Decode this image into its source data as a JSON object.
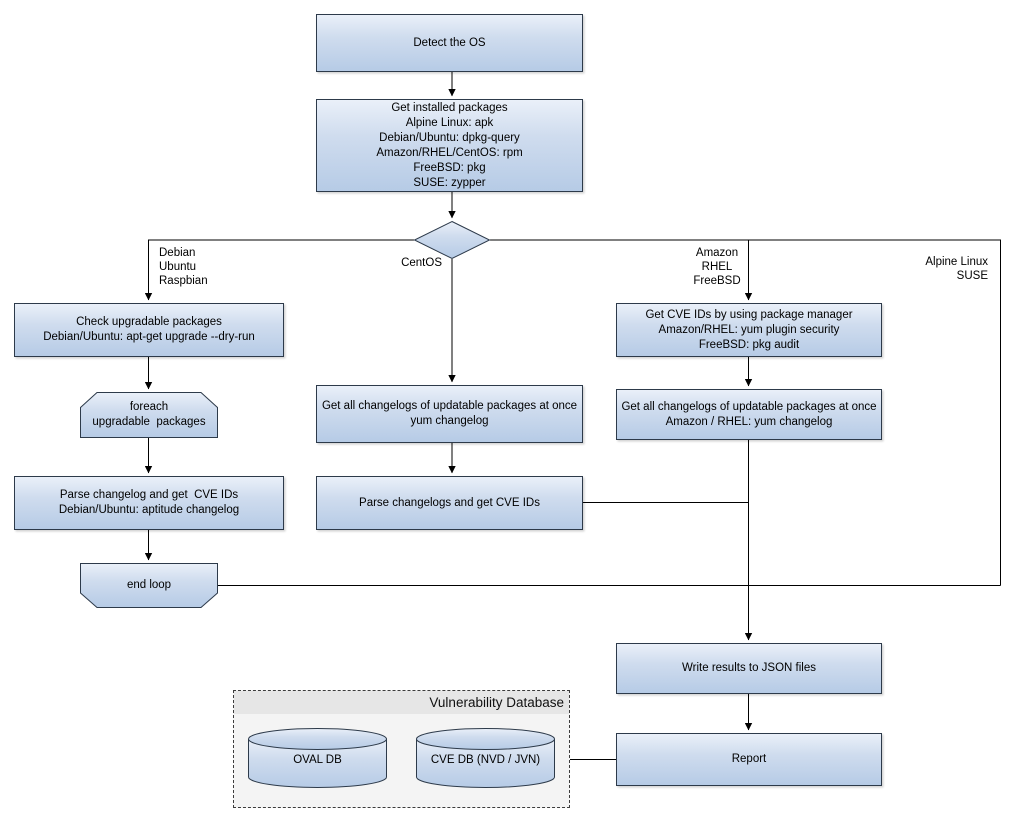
{
  "colors": {
    "node_fill_top": "#eaf0f9",
    "node_fill_bottom": "#b6cbe6",
    "node_border": "#2d3a4a",
    "line": "#000000",
    "db_panel_bg": "#f4f4f4",
    "db_header_bg": "#e6e6e6"
  },
  "nodes": {
    "detect_os": "Detect the OS",
    "get_installed_packages": "Get installed packages\nAlpine Linux: apk\nDebian/Ubuntu: dpkg-query\nAmazon/RHEL/CentOS: rpm\nFreeBSD: pkg\nSUSE: zypper",
    "check_upgradable": "Check upgradable packages\nDebian/Ubuntu: apt-get upgrade --dry-run",
    "foreach_loop": "foreach\nupgradable  packages",
    "parse_changelog_debian": "Parse changelog and get  CVE IDs\nDebian/Ubuntu: aptitude changelog",
    "end_loop": "end loop",
    "centos_changelogs": "Get all changelogs of updatable packages at once\nyum changelog",
    "parse_changelogs_centos": "Parse changelogs and get CVE IDs",
    "get_cve_ids_package_manager": "Get CVE IDs by using package manager\nAmazon/RHEL: yum plugin security\nFreeBSD: pkg audit",
    "amazon_changelogs": "Get all changelogs of updatable packages at once\nAmazon / RHEL: yum changelog",
    "write_results": "Write results to JSON files",
    "report": "Report"
  },
  "edge_labels": {
    "debian_branch": "Debian\nUbuntu\nRaspbian",
    "centos_branch": "CentOS",
    "amazon_branch": "Amazon\nRHEL\nFreeBSD",
    "alpine_branch": "Alpine Linux\nSUSE"
  },
  "database": {
    "title": "Vulnerability Database",
    "oval_db": "OVAL DB",
    "cve_db": "CVE DB (NVD / JVN)"
  }
}
